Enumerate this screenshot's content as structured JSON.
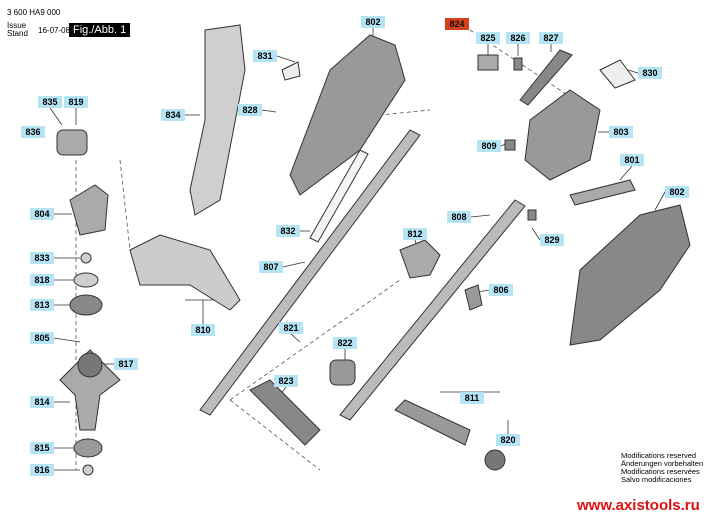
{
  "header": {
    "doc_number": "3 600 HA9 000",
    "issue_label": "Issue",
    "stand_label": "Stand",
    "date": "16-07-08",
    "figure": "Fig./Abb. 1"
  },
  "parts": [
    "802",
    "824",
    "825",
    "826",
    "827",
    "830",
    "831",
    "835",
    "819",
    "836",
    "834",
    "828",
    "803",
    "809",
    "801",
    "802",
    "804",
    "832",
    "808",
    "812",
    "829",
    "833",
    "807",
    "818",
    "813",
    "806",
    "810",
    "805",
    "821",
    "822",
    "817",
    "823",
    "814",
    "811",
    "820",
    "815",
    "816"
  ],
  "highlighted_part": "824",
  "notes": [
    "Modifications reserved",
    "Änderungen vorbehalten",
    "Modifications reservées",
    "Salvo modificaciones"
  ],
  "website": "www.axistools.ru"
}
